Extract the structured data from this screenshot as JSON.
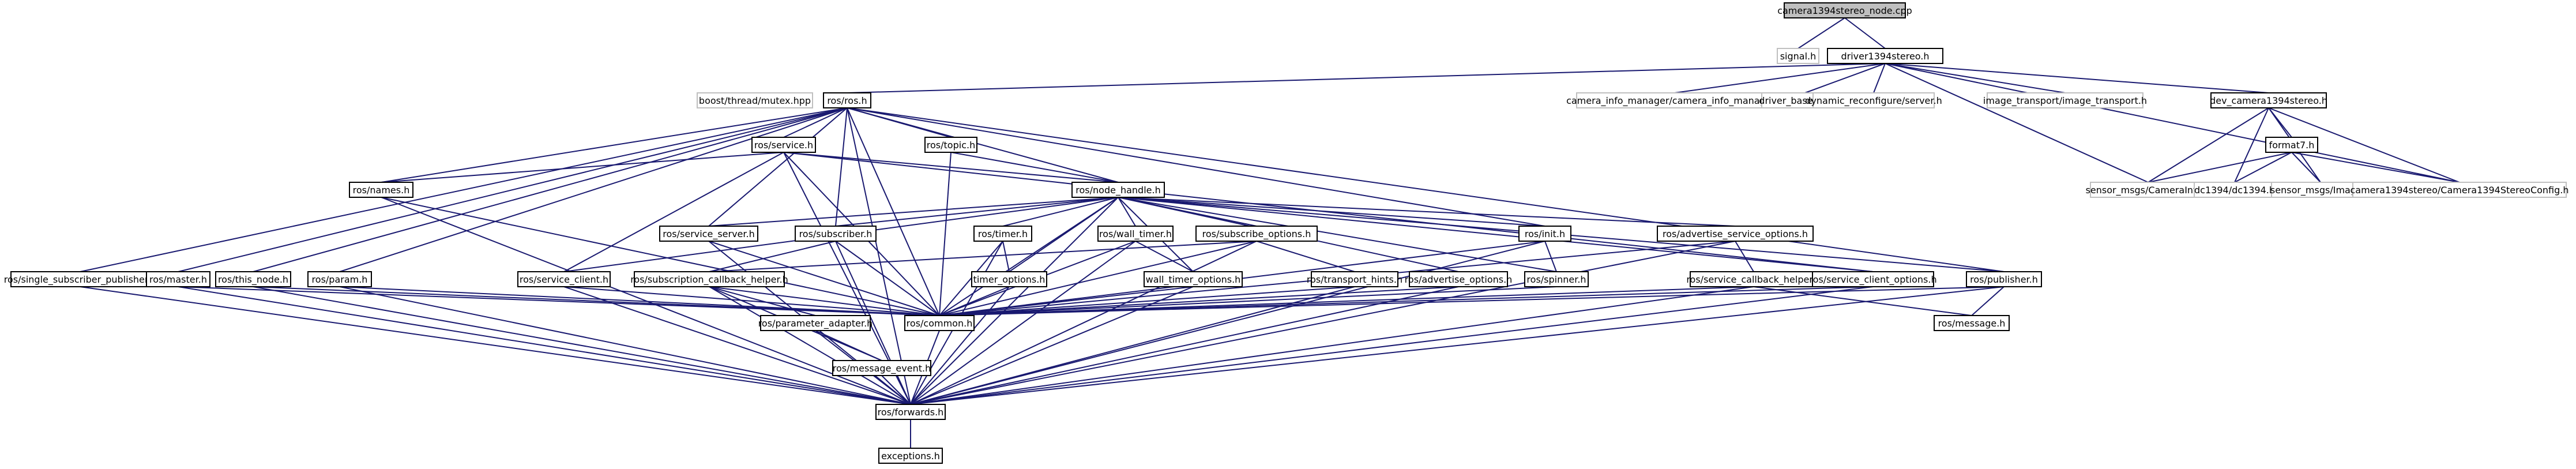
{
  "colors": {
    "edge": "#191970",
    "root_fill": "#bfbfbf",
    "external_border": "#bfbfbf",
    "node_border": "#000000"
  },
  "nodes": {
    "camera": "camera1394stereo_node.cpp",
    "signal": "signal.h",
    "driver": "driver1394stereo.h",
    "boostmutex": "boost/thread/mutex.hpp",
    "rosh": "ros/ros.h",
    "cim": "camera_info_manager/camera_info_manager.h",
    "dbase": "driver_base/driver.h",
    "dynrec": "dynamic_reconfigure/server.h",
    "imgtr": "image_transport/image_transport.h",
    "dev": "dev_camera1394stereo.h",
    "service": "ros/service.h",
    "topic": "ros/topic.h",
    "format7": "format7.h",
    "caminfo": "sensor_msgs/CameraInfo.h",
    "dc1394": "dc1394/dc1394.h",
    "image": "sensor_msgs/Image.h",
    "config": "camera1394stereo/Camera1394StereoConfig.h",
    "names": "ros/names.h",
    "nodehandle": "ros/node_handle.h",
    "servserver": "ros/service_server.h",
    "subscriber": "ros/subscriber.h",
    "timer": "ros/timer.h",
    "walltimer": "ros/wall_timer.h",
    "subopts": "ros/subscribe_options.h",
    "init": "ros/init.h",
    "advsvc": "ros/advertise_service_options.h",
    "single": "ros/single_subscriber_publisher.h",
    "master": "ros/master.h",
    "thisnode": "ros/this_node.h",
    "param": "ros/param.h",
    "servclient": "ros/service_client.h",
    "subcb": "ros/subscription_callback_helper.h",
    "timeropts": "timer_options.h",
    "walltimeropts": "wall_timer_options.h",
    "transport": "ros/transport_hints.h",
    "advopts": "ros/advertise_options.h",
    "spinner": "ros/spinner.h",
    "svccb": "ros/service_callback_helper.h",
    "svcclientopts": "ros/service_client_options.h",
    "publisher": "ros/publisher.h",
    "common": "ros/common.h",
    "message": "ros/message.h",
    "paramad": "ros/parameter_adapter.h",
    "msgevent": "ros/message_event.h",
    "forwards": "ros/forwards.h",
    "exceptions": "exceptions.h"
  }
}
